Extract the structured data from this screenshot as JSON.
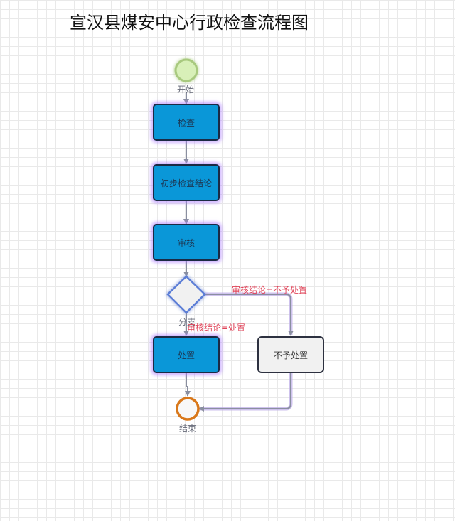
{
  "title": "宣汉县煤安中心行政检查流程图",
  "nodes": {
    "start": "开始",
    "inspect": "检查",
    "preliminary": "初步检查结论",
    "review": "审核",
    "branch": "分支",
    "handle": "处置",
    "no_handle": "不予处置",
    "end": "结束"
  },
  "conditions": {
    "no_handle": "审核结论=不予处置",
    "handle": "审核结论=处置"
  },
  "colors": {
    "task_fill": "#0a97d8",
    "task_border": "#1b2a44",
    "task_glow": "#aa78ff",
    "start_fill": "#d8f0b8",
    "end_ring": "#d9781a",
    "condition_text": "#e0455a",
    "connector": "#8a8fa0",
    "gateway_border": "#5b7ed6"
  }
}
